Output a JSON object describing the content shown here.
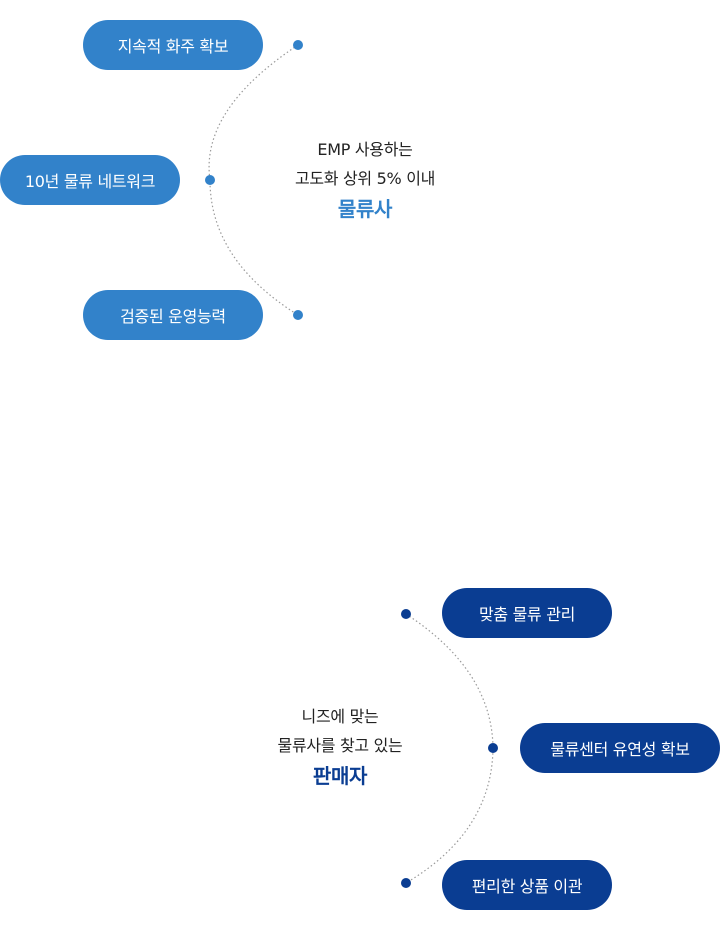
{
  "colors": {
    "accent_blue": "#3282ca",
    "accent_navy": "#0a3d92",
    "dotted_line": "#9a9a9a",
    "text": "#222222"
  },
  "top": {
    "nodes": [
      {
        "label": "지속적 화주 확보"
      },
      {
        "label": "10년 물류 네트워크"
      },
      {
        "label": "검증된 운영능력"
      }
    ],
    "center": {
      "line1": "EMP 사용하는",
      "line2": "고도화 상위 5% 이내",
      "emphasis": "물류사"
    }
  },
  "bottom": {
    "nodes": [
      {
        "label": "맞춤 물류 관리"
      },
      {
        "label": "물류센터 유연성 확보"
      },
      {
        "label": "편리한 상품 이관"
      }
    ],
    "center": {
      "line1": "니즈에 맞는",
      "line2": "물류사를 찾고 있는",
      "emphasis": "판매자"
    }
  }
}
